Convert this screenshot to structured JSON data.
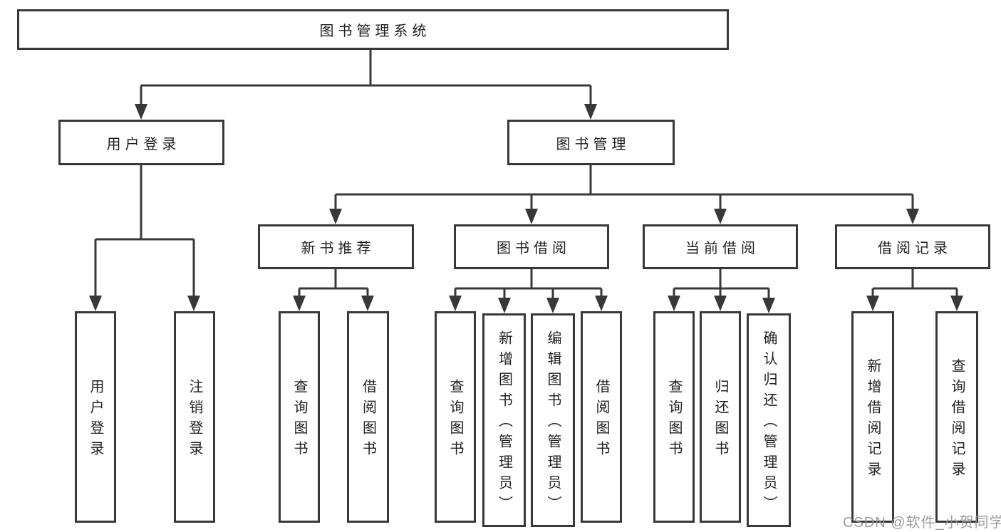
{
  "diagram": {
    "root": {
      "label": "图书管理系统"
    },
    "branches": [
      {
        "label": "用户登录",
        "children": [
          "用户登录",
          "注销登录"
        ]
      },
      {
        "label": "图书管理",
        "sections": [
          {
            "label": "新书推荐",
            "children": [
              "查询图书",
              "借阅图书"
            ]
          },
          {
            "label": "图书借阅",
            "children": [
              "查询图书",
              "新增图书（管理员）",
              "编辑图书（管理员）",
              "借阅图书"
            ]
          },
          {
            "label": "当前借阅",
            "children": [
              "查询图书",
              "归还图书",
              "确认归还（管理员）"
            ]
          },
          {
            "label": "借阅记录",
            "children": [
              "新增借阅记录",
              "查询借阅记录"
            ]
          }
        ]
      }
    ],
    "watermark": {
      "text": "CSDN @软件_小贺同学",
      "color": "#949494"
    },
    "colors": {
      "line": "#383838",
      "text": "#1f1f1f",
      "background": "#ffffff"
    }
  }
}
